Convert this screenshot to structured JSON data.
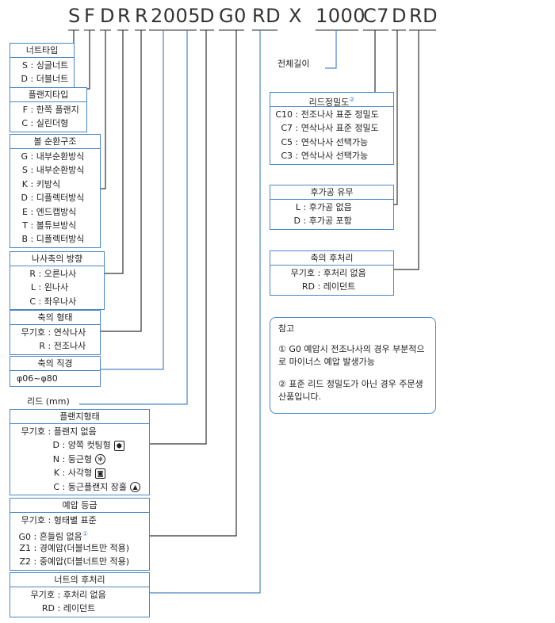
{
  "code": {
    "c0": "S",
    "c1": "F",
    "c2": "D",
    "c3": "R",
    "c4": "R",
    "c5": "2005",
    "c6": "D",
    "c7": "G0",
    "c8": "RD",
    "c9": "X",
    "c10": "1000",
    "c11": "C7",
    "c12": "D",
    "c13": "RD"
  },
  "boxes": {
    "nut_type": {
      "title": "너트타입",
      "rows": [
        [
          "S",
          "싱글너트"
        ],
        [
          "D",
          "더블너트"
        ]
      ]
    },
    "flange_type": {
      "title": "플랜지타입",
      "rows": [
        [
          "F",
          "한쪽 플랜지"
        ],
        [
          "C",
          "실린더형"
        ]
      ]
    },
    "ball_circ": {
      "title": "볼 순환구조",
      "rows": [
        [
          "G",
          "내부순환방식"
        ],
        [
          "S",
          "내부순환방식"
        ],
        [
          "K",
          "키방식"
        ],
        [
          "D",
          "디플렉터방식"
        ],
        [
          "E",
          "엔드캡방식"
        ],
        [
          "T",
          "볼튜브방식"
        ],
        [
          "B",
          "디플렉터방식"
        ]
      ]
    },
    "thread_dir": {
      "title": "나사축의 방향",
      "rows": [
        [
          "R",
          "오른나사"
        ],
        [
          "L",
          "왼나사"
        ],
        [
          "C",
          "좌우나사"
        ]
      ]
    },
    "shaft_form": {
      "title": "축의 형태",
      "rows": [
        [
          "무기호",
          "연삭나사"
        ],
        [
          "R",
          "전조나사"
        ]
      ]
    },
    "shaft_dia": {
      "title": "축의 직경",
      "rows": [
        [
          "",
          "φ06~φ80"
        ]
      ]
    },
    "flange_shape": {
      "title": "플랜지형태",
      "rows": [
        [
          "무기호",
          "플랜지 없음"
        ],
        [
          "D",
          "양쪽 컷팅형"
        ],
        [
          "N",
          "둥근형"
        ],
        [
          "K",
          "사각형"
        ],
        [
          "C",
          "둥근플랜지 장홀"
        ]
      ]
    },
    "preload": {
      "title": "예압 등급",
      "rows": [
        [
          "무기호",
          "형태별 표준"
        ],
        [
          "G0",
          "흔들림 없음"
        ],
        [
          "Z1",
          "경예압(더블너트만 적용)"
        ],
        [
          "Z2",
          "중예압(더블너트만 적용)"
        ]
      ]
    },
    "nut_post": {
      "title": "너트의 후처리",
      "rows": [
        [
          "무기호",
          "후처리 없음"
        ],
        [
          "RD",
          "레이던트"
        ]
      ]
    },
    "lead_acc": {
      "title": "리드정밀도",
      "rows": [
        [
          "C10",
          "전조나사 표준 정밀도"
        ],
        [
          "C7",
          "연삭나사 표준 정밀도"
        ],
        [
          "C5",
          "연삭나사 선택가능"
        ],
        [
          "C3",
          "연삭나사 선택가능"
        ]
      ]
    },
    "post_mach": {
      "title": "후가공 유무",
      "rows": [
        [
          "L",
          "후가공 없음"
        ],
        [
          "D",
          "후가공 포함"
        ]
      ]
    },
    "shaft_post": {
      "title": "축의 후처리",
      "rows": [
        [
          "무기호",
          "후처리 없음"
        ],
        [
          "RD",
          "레이던트"
        ]
      ]
    }
  },
  "lead_label": "리드 (mm)",
  "total_length_label": "전체길이",
  "note_marks": {
    "m1": "①",
    "m2": "②"
  },
  "flange_icons": {
    "D": "hex-cut-icon",
    "N": "round-flange-icon",
    "K": "square-flange-icon",
    "C": "slot-flange-icon"
  },
  "note": {
    "title": "참고",
    "n1": "① G0 예압시 전조나사의 경우 부분적으로 마이너스 예압 발생가능",
    "n2": "② 표준 리드 정밀도가 아닌 경우 주문생산품입니다."
  },
  "colors": {
    "line": "#4a86c4",
    "leader": "#333333"
  }
}
